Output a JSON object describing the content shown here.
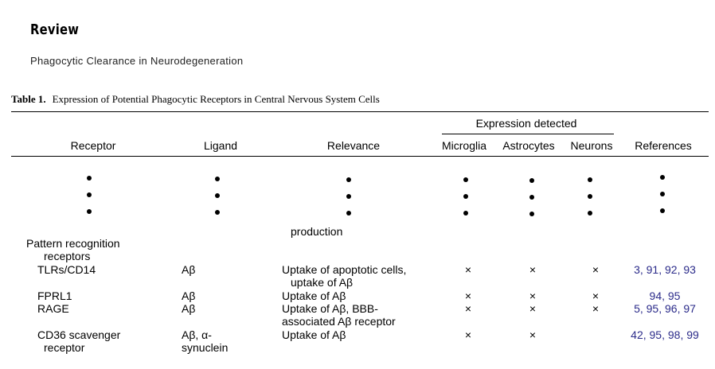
{
  "header": {
    "section": "Review",
    "running_title": "Phagocytic Clearance in Neurodegeneration"
  },
  "table": {
    "caption_label": "Table 1.",
    "caption_text": "Expression of Potential Phagocytic Receptors in Central Nervous System Cells",
    "group_header": "Expression detected",
    "columns": {
      "receptor": "Receptor",
      "ligand": "Ligand",
      "relevance": "Relevance",
      "microglia": "Microglia",
      "astrocytes": "Astrocytes",
      "neurons": "Neurons",
      "references": "References"
    },
    "ellipsis_glyph": "⋮",
    "truncated_text": "production",
    "group_label_line1": "Pattern recognition",
    "group_label_line2": "receptors",
    "mark": "×",
    "rows": [
      {
        "receptor": "TLRs/CD14",
        "receptor2": "",
        "ligand": "Aβ",
        "ligand2": "",
        "relevance": "Uptake of apoptotic cells,",
        "relevance2": "uptake of Aβ",
        "microglia": "×",
        "astrocytes": "×",
        "neurons": "×",
        "references": "3, 91, 92, 93"
      },
      {
        "receptor": "FPRL1",
        "receptor2": "",
        "ligand": "Aβ",
        "ligand2": "",
        "relevance": "Uptake of Aβ",
        "relevance2": "",
        "microglia": "×",
        "astrocytes": "×",
        "neurons": "×",
        "references": "94, 95"
      },
      {
        "receptor": "RAGE",
        "receptor2": "",
        "ligand": "Aβ",
        "ligand2": "",
        "relevance": "Uptake of Aβ, BBB-",
        "relevance2": "associated Aβ receptor",
        "microglia": "×",
        "astrocytes": "×",
        "neurons": "×",
        "references": "5, 95, 96, 97"
      },
      {
        "receptor": "CD36 scavenger",
        "receptor2": "receptor",
        "ligand": "Aβ, α-",
        "ligand2": "synuclein",
        "relevance": "Uptake of Aβ",
        "relevance2": "",
        "microglia": "×",
        "astrocytes": "×",
        "neurons": "",
        "references": "42, 95, 98, 99"
      }
    ]
  }
}
